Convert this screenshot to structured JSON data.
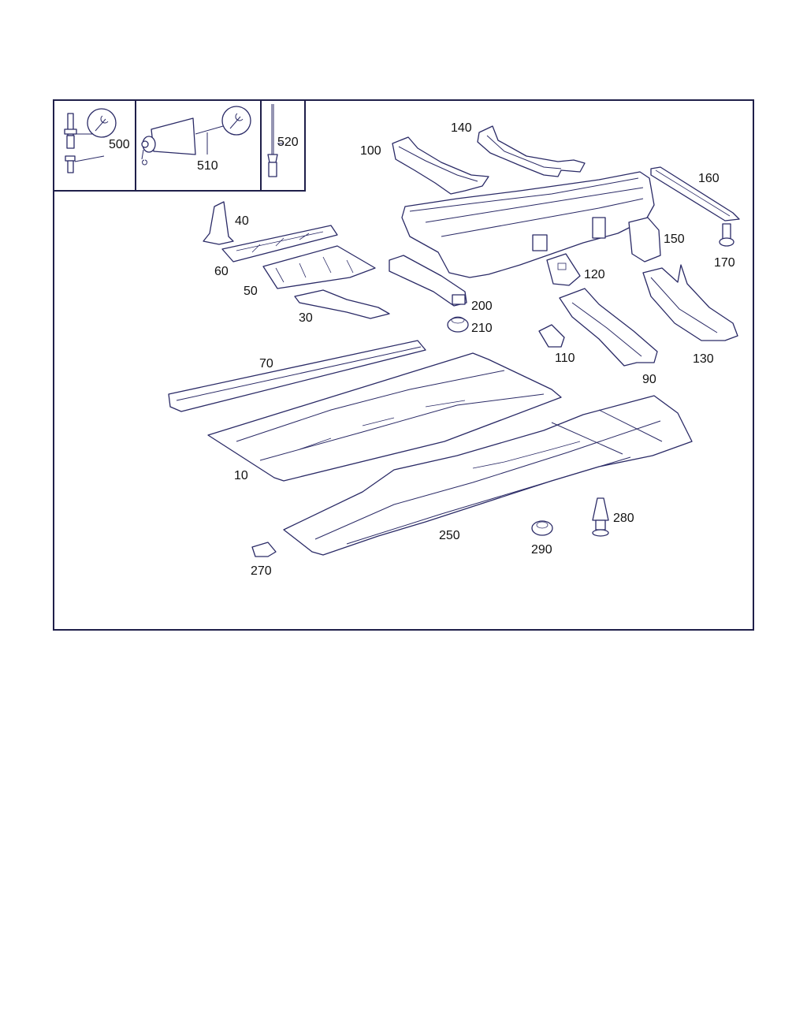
{
  "colors": {
    "line": "#2a2a66",
    "frame": "#1f1f4a",
    "text": "#111111"
  },
  "icons": [
    "wrench-icon",
    "wrench-icon"
  ],
  "labels": {
    "p10": "10",
    "p30": "30",
    "p40": "40",
    "p50": "50",
    "p60": "60",
    "p70": "70",
    "p90": "90",
    "p100": "100",
    "p110": "110",
    "p120": "120",
    "p130": "130",
    "p140": "140",
    "p150": "150",
    "p160": "160",
    "p170": "170",
    "p200": "200",
    "p210": "210",
    "p250": "250",
    "p270": "270",
    "p280": "280",
    "p290": "290",
    "p500": "500",
    "p510": "510",
    "p520": "520"
  }
}
